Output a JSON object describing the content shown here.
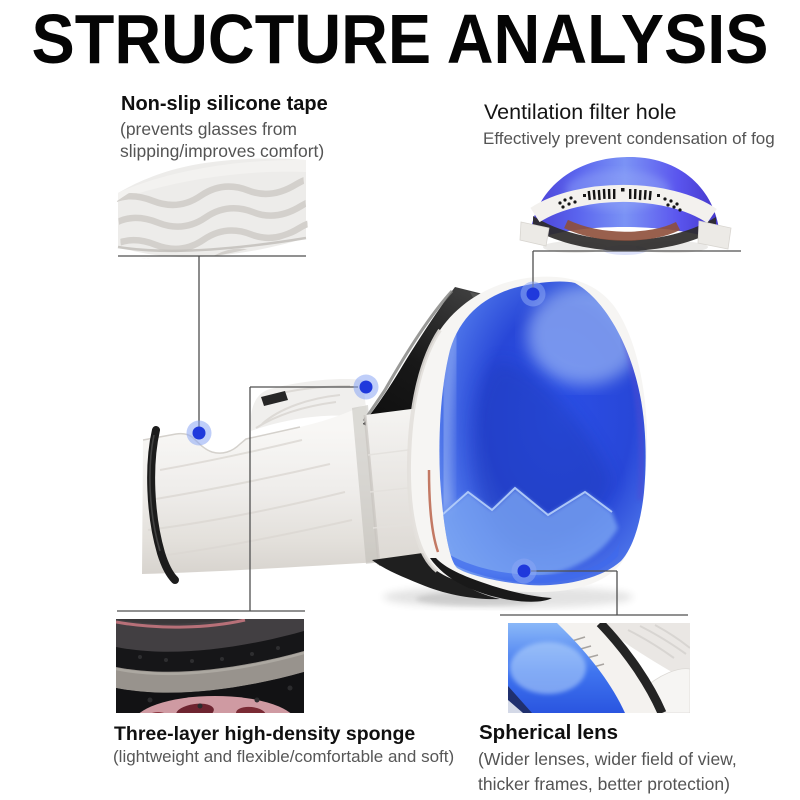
{
  "title": "STRUCTURE ANALYSIS",
  "callouts": {
    "silicone_tape": {
      "title": "Non-slip silicone tape",
      "desc_line1": "(prevents glasses from",
      "desc_line2": "slipping/improves comfort)"
    },
    "ventilation": {
      "title": "Ventilation filter hole",
      "desc": "Effectively prevent condensation of fog"
    },
    "sponge": {
      "title": "Three-layer high-density sponge",
      "desc": "(lightweight and flexible/comfortable and soft)"
    },
    "spherical_lens": {
      "title": "Spherical lens",
      "desc_line1": "(Wider lenses, wider field of view,",
      "desc_line2": "thicker frames, better protection)"
    }
  },
  "colors": {
    "title_text": "#050505",
    "heading_text": "#0f0f0f",
    "desc_text": "#545454",
    "leader_line": "#4f4f4f",
    "dot_core": "#1f39dc",
    "dot_halo": "#8aa6f4",
    "lens_blue": "#2c50e2",
    "strap_white": "#f4f3f1"
  }
}
